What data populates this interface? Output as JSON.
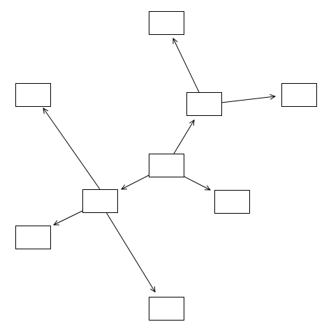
{
  "diagram": {
    "type": "directed-graph",
    "colors": {
      "stroke": "#000000",
      "fill": "#ffffff",
      "background": "#ffffff"
    },
    "nodes": [
      {
        "id": "center",
        "label": ""
      },
      {
        "id": "upper-right-hub",
        "label": ""
      },
      {
        "id": "left-hub",
        "label": ""
      },
      {
        "id": "top",
        "label": ""
      },
      {
        "id": "far-right",
        "label": ""
      },
      {
        "id": "upper-left",
        "label": ""
      },
      {
        "id": "right-mid",
        "label": ""
      },
      {
        "id": "lower-left",
        "label": ""
      },
      {
        "id": "bottom",
        "label": ""
      }
    ],
    "edges": [
      {
        "from": "center",
        "to": "upper-right-hub"
      },
      {
        "from": "center",
        "to": "left-hub"
      },
      {
        "from": "center",
        "to": "right-mid"
      },
      {
        "from": "upper-right-hub",
        "to": "top"
      },
      {
        "from": "upper-right-hub",
        "to": "far-right"
      },
      {
        "from": "left-hub",
        "to": "upper-left"
      },
      {
        "from": "left-hub",
        "to": "lower-left"
      },
      {
        "from": "left-hub",
        "to": "bottom"
      }
    ]
  }
}
